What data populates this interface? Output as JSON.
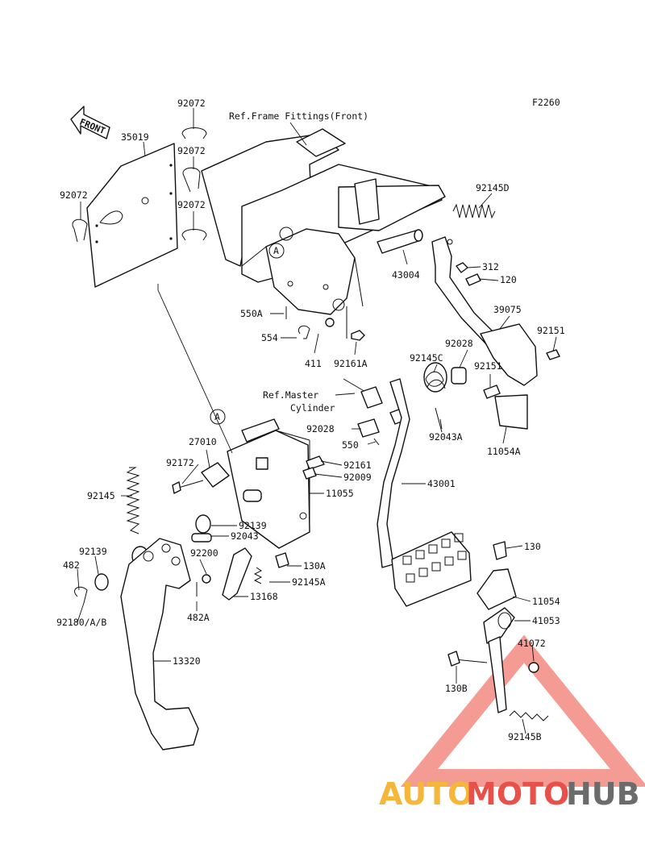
{
  "figure_code": "F2260",
  "front_label": "FRONT",
  "refs": {
    "frame": "Ref.Frame Fittings(Front)",
    "master1": "Ref.Master",
    "master2": "Cylinder"
  },
  "callout_a": "A",
  "parts": {
    "p92072a": "92072",
    "p92072b": "92072",
    "p92072c": "92072",
    "p92072d": "92072",
    "p35019": "35019",
    "p92145D": "92145D",
    "p312": "312",
    "p120": "120",
    "p43004": "43004",
    "p550A": "550A",
    "p554": "554",
    "p411": "411",
    "p92161A": "92161A",
    "p39075": "39075",
    "p92151a": "92151",
    "p92151b": "92151",
    "p92028a": "92028",
    "p92145C": "92145C",
    "p92043A": "92043A",
    "p11054A": "11054A",
    "p92028b": "92028",
    "p550": "550",
    "p27010": "27010",
    "p92172": "92172",
    "p92161": "92161",
    "p92009": "92009",
    "p11055": "11055",
    "p43001": "43001",
    "p92145": "92145",
    "p92139a": "92139",
    "p92043": "92043",
    "p92200": "92200",
    "p130A": "130A",
    "p92145A": "92145A",
    "p13168": "13168",
    "p482A": "482A",
    "p482": "482",
    "p92139b": "92139",
    "p92180": "92180/A/B",
    "p13320": "13320",
    "p130": "130",
    "p11054": "11054",
    "p41053": "41053",
    "p41072": "41072",
    "p130B": "130B",
    "p92145B": "92145B"
  },
  "watermark": {
    "part1": "AUTO",
    "part2": "MOTO",
    "part3": "HUB"
  },
  "colors": {
    "line": "#111111",
    "wm_orange": "#f5b63a",
    "wm_red": "#e8504a",
    "wm_gray": "#6b6b6b"
  }
}
